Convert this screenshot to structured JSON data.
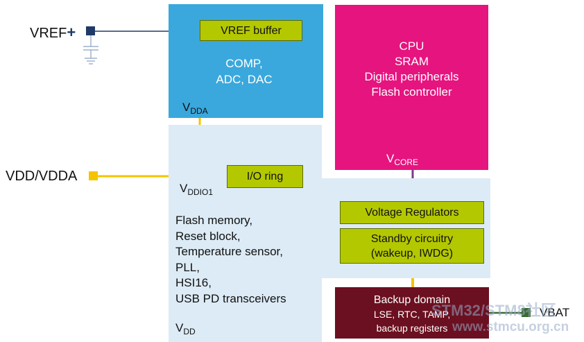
{
  "pins": {
    "vref_label": "VREF",
    "vref_plus": "+",
    "vdd_vdda_label": "VDD/VDDA",
    "vbat_label": "VBAT"
  },
  "analog_block": {
    "buffer_label": "VREF buffer",
    "line1": "COMP,",
    "line2": "ADC, DAC",
    "supply_main": "V",
    "supply_sub": "DDA"
  },
  "core_block": {
    "line1": "CPU",
    "line2": "SRAM",
    "line3": "Digital peripherals",
    "line4": "Flash controller",
    "supply_main": "V",
    "supply_sub": "CORE"
  },
  "vdd_block": {
    "io_ring_label": "I/O ring",
    "io_supply_main": "V",
    "io_supply_sub": "DDIO1",
    "items": [
      "Flash memory,",
      "Reset block,",
      "Temperature sensor,",
      "PLL,",
      "HSI16,",
      "USB PD transceivers"
    ],
    "supply_main": "V",
    "supply_sub": "DD",
    "regulators_label": "Voltage Regulators",
    "standby_line1": "Standby circuitry",
    "standby_line2": "(wakeup, IWDG)"
  },
  "backup_block": {
    "title": "Backup domain",
    "line1": "LSE, RTC, TAMP,",
    "line2": "backup registers"
  },
  "watermark": {
    "line1": "STM32/STM8社区",
    "line2": "www.stmcu.org.cn"
  },
  "colors": {
    "analog_blue": "#3aa8dc",
    "vdd_light_blue": "#dcebf6",
    "core_magenta": "#e6147f",
    "backup_maroon": "#6b1020",
    "green_box": "#b4c800",
    "supply_yellow": "#f5c400",
    "core_line_purple": "#7b3a8c",
    "vref_line_navy": "#1f3a68"
  }
}
